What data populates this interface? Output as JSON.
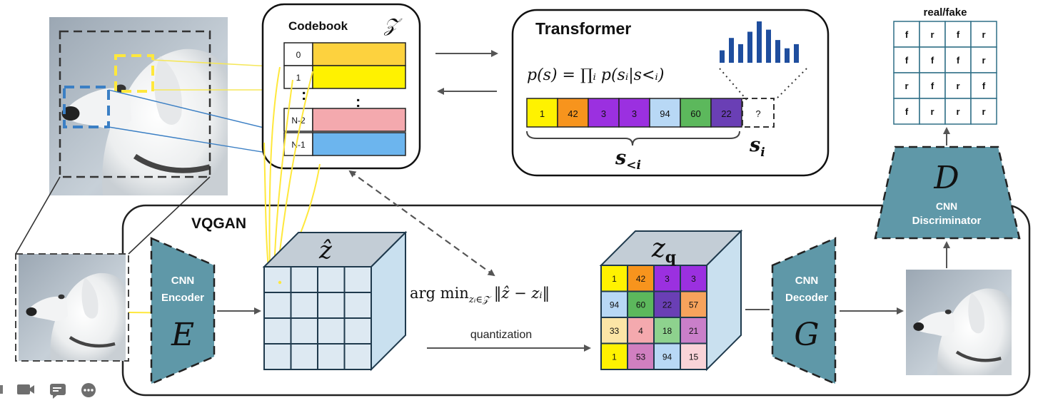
{
  "codebook": {
    "title": "Codebook",
    "symbol": "𝒵",
    "rows": [
      {
        "label": "0",
        "color": "#FDD23E"
      },
      {
        "label": "1",
        "color": "#FFF200"
      },
      {
        "label": "N-2",
        "color": "#F4A9AE"
      },
      {
        "label": "N-1",
        "color": "#6CB5EE"
      }
    ]
  },
  "transformer": {
    "title": "Transformer",
    "formula": "p(s) = ∏ᵢ p(sᵢ|s<ᵢ)",
    "tokens": [
      {
        "value": "1",
        "color": "#FFF200"
      },
      {
        "value": "42",
        "color": "#F7941D"
      },
      {
        "value": "3",
        "color": "#9B30E0"
      },
      {
        "value": "3",
        "color": "#9B30E0"
      },
      {
        "value": "94",
        "color": "#B8D8F5"
      },
      {
        "value": "60",
        "color": "#5CB85C"
      },
      {
        "value": "22",
        "color": "#6A3FB5"
      }
    ],
    "next_token": "?",
    "context_label": "s<i",
    "next_label": "si",
    "histogram": [
      0.3,
      0.6,
      0.45,
      0.75,
      1.0,
      0.8,
      0.55,
      0.35,
      0.45
    ],
    "histogram_color": "#1F4E9E"
  },
  "discriminator": {
    "header": "real/fake",
    "grid": [
      [
        "f",
        "r",
        "f",
        "r"
      ],
      [
        "f",
        "f",
        "f",
        "r"
      ],
      [
        "r",
        "f",
        "r",
        "f"
      ],
      [
        "f",
        "r",
        "r",
        "r"
      ]
    ],
    "symbol": "D",
    "line1": "CNN",
    "line2": "Discriminator"
  },
  "vqgan": {
    "title": "VQGAN",
    "encoder": {
      "line1": "CNN",
      "line2": "Encoder",
      "symbol": "E"
    },
    "decoder": {
      "line1": "CNN",
      "line2": "Decoder",
      "symbol": "G"
    },
    "zhat_label": "ẑ",
    "zq_label": "z",
    "zq_sub": "q",
    "argmin": "arg min",
    "argmin_sub": "zᵢ∈𝒵",
    "argmin_norm": "‖ẑ − zᵢ‖",
    "quantization": "quantization",
    "zq_grid": [
      [
        {
          "v": "1",
          "c": "#FFF200"
        },
        {
          "v": "42",
          "c": "#F7941D"
        },
        {
          "v": "3",
          "c": "#9B30E0"
        },
        {
          "v": "3",
          "c": "#9B30E0"
        }
      ],
      [
        {
          "v": "94",
          "c": "#B8D8F5"
        },
        {
          "v": "60",
          "c": "#5CB85C"
        },
        {
          "v": "22",
          "c": "#6A3FB5"
        },
        {
          "v": "57",
          "c": "#F7A35C"
        }
      ],
      [
        {
          "v": "33",
          "c": "#FBE5A6"
        },
        {
          "v": "4",
          "c": "#F4A9AE"
        },
        {
          "v": "18",
          "c": "#8ED28E"
        },
        {
          "v": "21",
          "c": "#C97FC9"
        }
      ],
      [
        {
          "v": "1",
          "c": "#FFF200"
        },
        {
          "v": "53",
          "c": "#D07FC0"
        },
        {
          "v": "94",
          "c": "#B8D8F5"
        },
        {
          "v": "15",
          "c": "#F9D3D8"
        }
      ]
    ]
  },
  "colors": {
    "teal": "#5F98A8",
    "grid_fill": "#DDE9F2",
    "grid_line": "#1F3A4D",
    "annotation_yellow": "#FFE83C",
    "annotation_blue": "#3B7FC4"
  },
  "icons": [
    "camera-icon",
    "chat-icon",
    "more-icon"
  ]
}
